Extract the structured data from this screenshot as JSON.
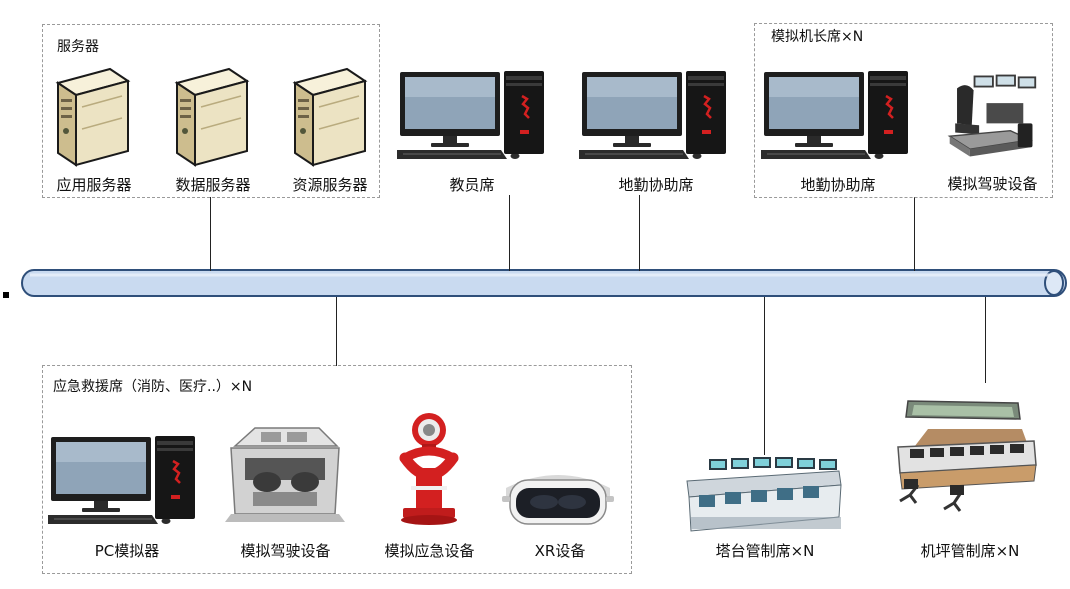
{
  "groups": {
    "server": {
      "title": "服务器"
    },
    "captain": {
      "title": "模拟机长席×N"
    },
    "emergency": {
      "title": "应急救援席（消防、医疗..）×N"
    }
  },
  "devices": {
    "app_server": {
      "label": "应用服务器",
      "icon": "server-tower-icon"
    },
    "data_server": {
      "label": "数据服务器",
      "icon": "server-tower-icon"
    },
    "resource_server": {
      "label": "资源服务器",
      "icon": "server-tower-icon"
    },
    "instructor": {
      "label": "教员席",
      "icon": "desktop-computer-icon"
    },
    "ground_assist": {
      "label": "地勤协助席",
      "icon": "desktop-computer-icon"
    },
    "captain_ground_assist": {
      "label": "地勤协助席",
      "icon": "desktop-computer-icon"
    },
    "captain_drive_sim": {
      "label": "模拟驾驶设备",
      "icon": "driving-simulator-icon"
    },
    "pc_sim": {
      "label": "PC模拟器",
      "icon": "desktop-computer-icon"
    },
    "drive_sim": {
      "label": "模拟驾驶设备",
      "icon": "vehicle-cockpit-icon"
    },
    "emergency_sim": {
      "label": "模拟应急设备",
      "icon": "fire-monitor-icon"
    },
    "xr": {
      "label": "XR设备",
      "icon": "vr-headset-icon"
    },
    "tower": {
      "label": "塔台管制席×N",
      "icon": "control-console-icon"
    },
    "apron": {
      "label": "机坪管制席×N",
      "icon": "apron-control-console-icon"
    }
  },
  "colors": {
    "bus_fill": "#c9daf0",
    "bus_stroke": "#2f4f7a",
    "server_body": "#ece3c3",
    "server_side": "#c9b98c",
    "monitor_frame": "#1e1e1e",
    "monitor_screen": "#8fa4b8",
    "tower_case": "#161616",
    "accent_red": "#d32020"
  }
}
